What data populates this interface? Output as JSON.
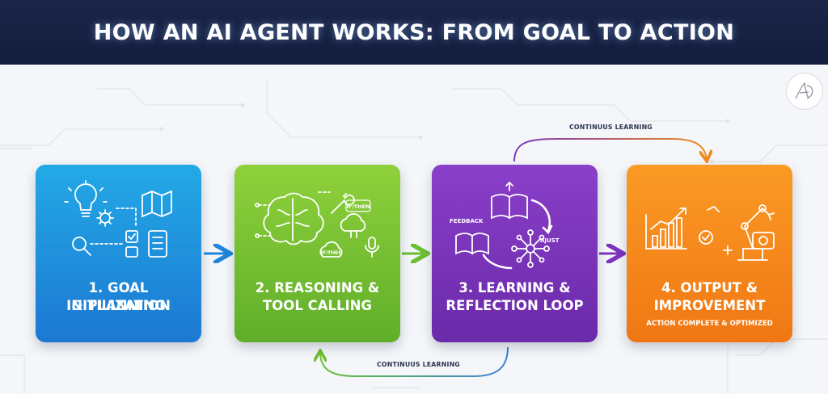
{
  "header": {
    "title": "HOW AN AI AGENT WORKS: FROM GOAL TO ACTION"
  },
  "colors": {
    "header_bg": "#141d3d",
    "stage1": "#1c78d2",
    "stage2": "#5fae2a",
    "stage3": "#6a2aa9",
    "stage4": "#f07714"
  },
  "loops": {
    "top_label": "CONTINUUS LEARNING",
    "bottom_label": "CONTINUUS LEARNING"
  },
  "stages": [
    {
      "label_line1": "1. GOAL INITILIZATION",
      "label_line2": "& PLANNING",
      "icons": [
        "lightbulb-icon",
        "gear-icon",
        "map-icon",
        "magnifier-icon",
        "checklist-icon"
      ]
    },
    {
      "label_line1": "2. REASONING &",
      "label_line2": "TOOL CALLING",
      "icons": [
        "brain-icon",
        "wrench-icon",
        "cloud-icon",
        "microphone-icon"
      ],
      "icon_texts": {
        "tag_top": "IF/THEN",
        "tag_bottom": "IF/THEN"
      }
    },
    {
      "label_line1": "3. LEARNING &",
      "label_line2": "REFLECTION LOOP",
      "icons": [
        "book-icon",
        "network-icon",
        "cycle-arrow-icon"
      ],
      "icon_texts": {
        "feedback": "FEEDBACK",
        "adjust": "AJUST"
      }
    },
    {
      "label_line1": "4. OUTPUT &",
      "label_line2": "IMPROVEMENT",
      "sub": "ACTION COMPLETE & OPTIMIZED",
      "icons": [
        "bar-chart-icon",
        "robot-arm-icon",
        "checkmark-icon",
        "plus-icon"
      ]
    }
  ]
}
